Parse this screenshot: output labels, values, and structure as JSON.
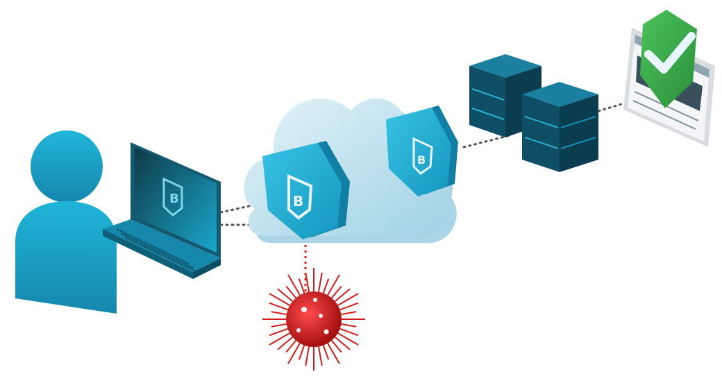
{
  "diagram": {
    "nodes": [
      {
        "id": "user",
        "icon": "user-silhouette-icon"
      },
      {
        "id": "laptop",
        "icon": "laptop-icon",
        "screen_logo": "B"
      },
      {
        "id": "cloud",
        "icon": "cloud-icon"
      },
      {
        "id": "shield-front",
        "icon": "shield-logo-icon",
        "logo": "B"
      },
      {
        "id": "shield-back",
        "icon": "shield-logo-icon",
        "logo": "B"
      },
      {
        "id": "servers",
        "icon": "server-stack-icon"
      },
      {
        "id": "approved-page",
        "icon": "verified-webpage-icon"
      },
      {
        "id": "virus",
        "icon": "virus-icon"
      }
    ],
    "connections": [
      {
        "from": "laptop",
        "to": "shield-front",
        "style": "dotted",
        "color": "#555555"
      },
      {
        "from": "shield-back",
        "to": "servers",
        "style": "dotted",
        "color": "#555555"
      },
      {
        "from": "servers",
        "to": "approved-page",
        "style": "dotted",
        "color": "#555555"
      },
      {
        "from": "shield-front",
        "to": "virus",
        "style": "dotted",
        "color": "#d11a1a",
        "blocked": true
      }
    ]
  },
  "colors": {
    "primary_teal": "#1ea3c7",
    "dark_teal": "#0e5f7a",
    "cloud": "#cfe9f3",
    "check_green": "#3dae4d",
    "virus_red": "#d11a1a"
  }
}
